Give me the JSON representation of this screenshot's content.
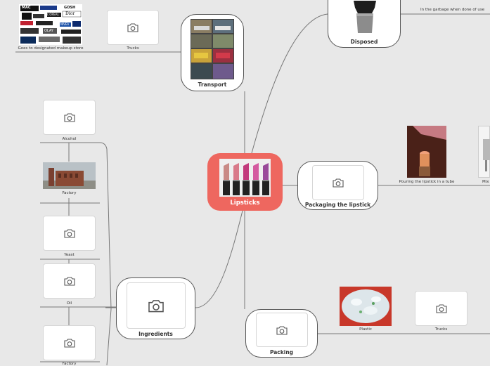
{
  "central": {
    "label": "Lipsticks"
  },
  "branches": {
    "transport": {
      "label": "Transport",
      "child_truck": "Trucks",
      "child_store": "Goes to designated makeup store"
    },
    "disposed": {
      "label": "Disposed",
      "child_garbage": "In the garbage when done of use"
    },
    "packaging": {
      "label": "Packaging the lipstick",
      "child_pouring": "Pouring the lipstick in a tube",
      "child_mix": "Mix"
    },
    "packing": {
      "label": "Packing",
      "child_plastic": "Plastic",
      "child_trucks": "Trucks"
    },
    "ingredients": {
      "label": "Ingredients",
      "child_alcohol": "Alcohol",
      "child_factory": "Factory",
      "child_yeast": "Yeast",
      "child_oil": "Oil",
      "child_factory2": "Factory"
    }
  },
  "brand_logos": [
    "MAC",
    "Maybelline",
    "GOSH",
    "Dior",
    "L'OREAL",
    "REVLON",
    "Bourjois",
    "NIVEA",
    "Clinique",
    "Rimmel",
    "OLAY",
    "Benefit",
    "Chanel",
    "Lancome",
    "Neutrogena",
    "The Body Shop"
  ],
  "colors": {
    "center": "#ee675f",
    "line": "#777777",
    "background": "#e8e8e8"
  },
  "icons": {
    "placeholder": "camera-icon"
  }
}
